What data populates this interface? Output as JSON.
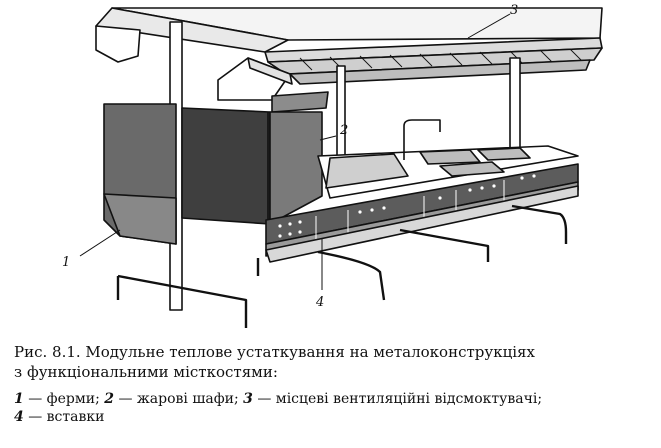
{
  "figure": {
    "callouts": [
      "1",
      "2",
      "3",
      "4"
    ]
  },
  "caption": {
    "title_line1": "Рис. 8.1. Модульне теплове устаткування на металоконструкціях",
    "title_line2": "з функціональними місткостями:",
    "legend": [
      {
        "num": "1",
        "text": " — ферми; "
      },
      {
        "num": "2",
        "text": " — жарові шафи; "
      },
      {
        "num": "3",
        "text": " — місцеві вентиляційні відсмоктувачі;"
      },
      {
        "num": "4",
        "text": " — вставки"
      }
    ]
  }
}
